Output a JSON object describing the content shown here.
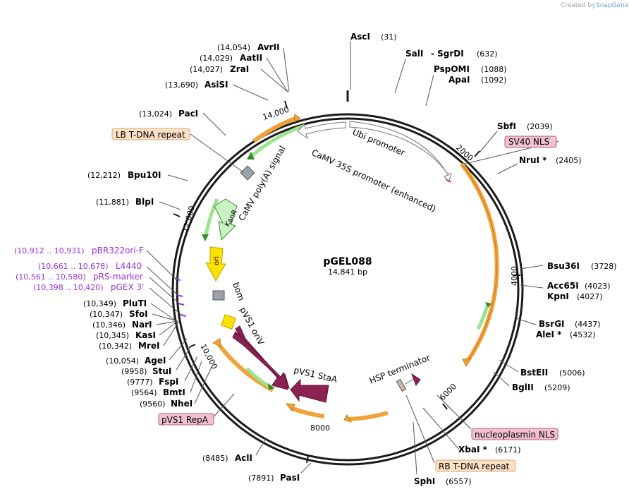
{
  "credit": {
    "prefix": "Created by",
    "brand": "SnapGene"
  },
  "plasmid": {
    "name": "pGEL088",
    "size": "14,841 bp"
  },
  "ticks": [
    "2000",
    "4000",
    "6000",
    "8000",
    "10,000",
    "12,000",
    "14,000"
  ],
  "sites": [
    {
      "name": "AscI",
      "pos": "(31)"
    },
    {
      "name": "SalI",
      "pos": ""
    },
    {
      "name": "- SgrDI",
      "pos": "(632)"
    },
    {
      "name": "PspOMI",
      "pos": "(1088)"
    },
    {
      "name": "ApaI",
      "pos": "(1092)"
    },
    {
      "name": "SbfI",
      "pos": "(2039)"
    },
    {
      "name": "NruI *",
      "pos": "(2405)"
    },
    {
      "name": "Bsu36I",
      "pos": "(3728)"
    },
    {
      "name": "Acc65I",
      "pos": "(4023)"
    },
    {
      "name": "KpnI",
      "pos": "(4027)"
    },
    {
      "name": "BsrGI",
      "pos": "(4437)"
    },
    {
      "name": "AleI *",
      "pos": "(4532)"
    },
    {
      "name": "BstEII",
      "pos": "(5006)"
    },
    {
      "name": "BglII",
      "pos": "(5209)"
    },
    {
      "name": "XbaI *",
      "pos": "(6171)"
    },
    {
      "name": "SphI",
      "pos": "(6557)"
    },
    {
      "name": "PasI",
      "pos": "(7891)"
    },
    {
      "name": "AclI",
      "pos": "(8485)"
    },
    {
      "name": "NheI",
      "pos": "(9560)"
    },
    {
      "name": "BmtI",
      "pos": "(9564)"
    },
    {
      "name": "FspI",
      "pos": "(9777)"
    },
    {
      "name": "StuI",
      "pos": "(9958)"
    },
    {
      "name": "AgeI",
      "pos": "(10,054)"
    },
    {
      "name": "MreI",
      "pos": "(10,342)"
    },
    {
      "name": "KasI",
      "pos": "(10,345)"
    },
    {
      "name": "NarI",
      "pos": "(10,346)"
    },
    {
      "name": "SfoI",
      "pos": "(10,347)"
    },
    {
      "name": "PluTI",
      "pos": "(10,349)"
    },
    {
      "name": "BlpI",
      "pos": "(11,881)"
    },
    {
      "name": "Bpu10I",
      "pos": "(12,212)"
    },
    {
      "name": "PacI",
      "pos": "(13,024)"
    },
    {
      "name": "AsiSI",
      "pos": "(13,690)"
    },
    {
      "name": "ZraI",
      "pos": "(14,027)"
    },
    {
      "name": "AatII",
      "pos": "(14,029)"
    },
    {
      "name": "AvrII",
      "pos": "(14,054)"
    }
  ],
  "primers": [
    {
      "name": "pBR322ori-F",
      "pos": "(10,912 .. 10,931)"
    },
    {
      "name": "L4440",
      "pos": "(10,661 .. 10,678)"
    },
    {
      "name": "pRS-marker",
      "pos": "(10,561 .. 10,580)"
    },
    {
      "name": "pGEX 3'",
      "pos": "(10,398 .. 10,420)"
    }
  ],
  "features": [
    {
      "name": "Ubi promoter"
    },
    {
      "name": "CaMV 35S promoter (enhanced)"
    },
    {
      "name": "CaMV poly(A) signal"
    },
    {
      "name": "KanR"
    },
    {
      "name": "ori"
    },
    {
      "name": "bom"
    },
    {
      "name": "pVS1 oriV"
    },
    {
      "name": "pVS1 StaA"
    },
    {
      "name": "HSP terminator"
    }
  ],
  "boxes": [
    {
      "name": "LB T-DNA repeat",
      "color": "#fbe0c4",
      "border": "#d9a877"
    },
    {
      "name": "SV40 NLS",
      "color": "#f1c0d2",
      "border": "#b8607f"
    },
    {
      "name": "nucleoplasmin NLS",
      "color": "#f1c0d2",
      "border": "#b8607f"
    },
    {
      "name": "RB T-DNA repeat",
      "color": "#fbe0c4",
      "border": "#d9a877"
    },
    {
      "name": "pVS1 RepA",
      "color": "#f1c0d2",
      "border": "#b8607f"
    }
  ],
  "colors": {
    "backbone": "#1a1a1a",
    "orf": "#f2a23a",
    "orf_stroke": "#c47a1e",
    "promoter": "#ffffff",
    "marker": "#9be58f",
    "marker_stroke": "#3a8a2c",
    "ori": "#ffe100",
    "rep": "#8c2252",
    "bom": "#9aa3ac",
    "primer": "#9b30d9",
    "terminator": "#c9b9a8"
  }
}
